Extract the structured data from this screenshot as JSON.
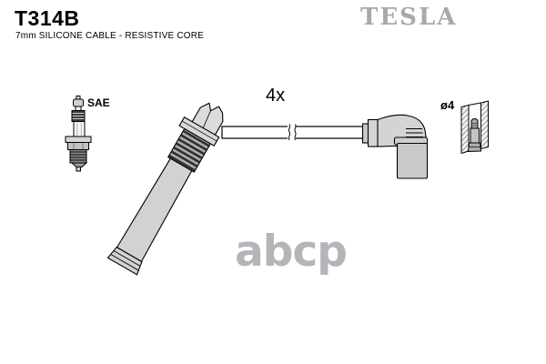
{
  "header": {
    "part_number": "T314B",
    "description": "7mm SILICONE CABLE - RESISTIVE CORE",
    "brand_logo": "TESLA"
  },
  "diagram": {
    "quantity_label": "4x",
    "spark_plug_label": "SAE",
    "terminal_diameter_label": "ø4",
    "illustrations": {
      "spark_plug_icon": "spark plug side view",
      "coil_boot": "angled coil-on-plug boot with ribbed collar and long shaft",
      "cable": "7mm ignition cable with length break mark",
      "elbow_boot": "90-degree elbow distributor boot",
      "terminal_icon": "4mm terminal inside connector cross-section"
    }
  },
  "watermark": "abcp",
  "colors": {
    "background": "#ffffff",
    "line": "#000000",
    "part_fill": "#d4d4d4",
    "rib_dark": "#3c3c3c",
    "brand_gray": "#a9a9ac",
    "watermark_gray": "#b3b5b9"
  }
}
